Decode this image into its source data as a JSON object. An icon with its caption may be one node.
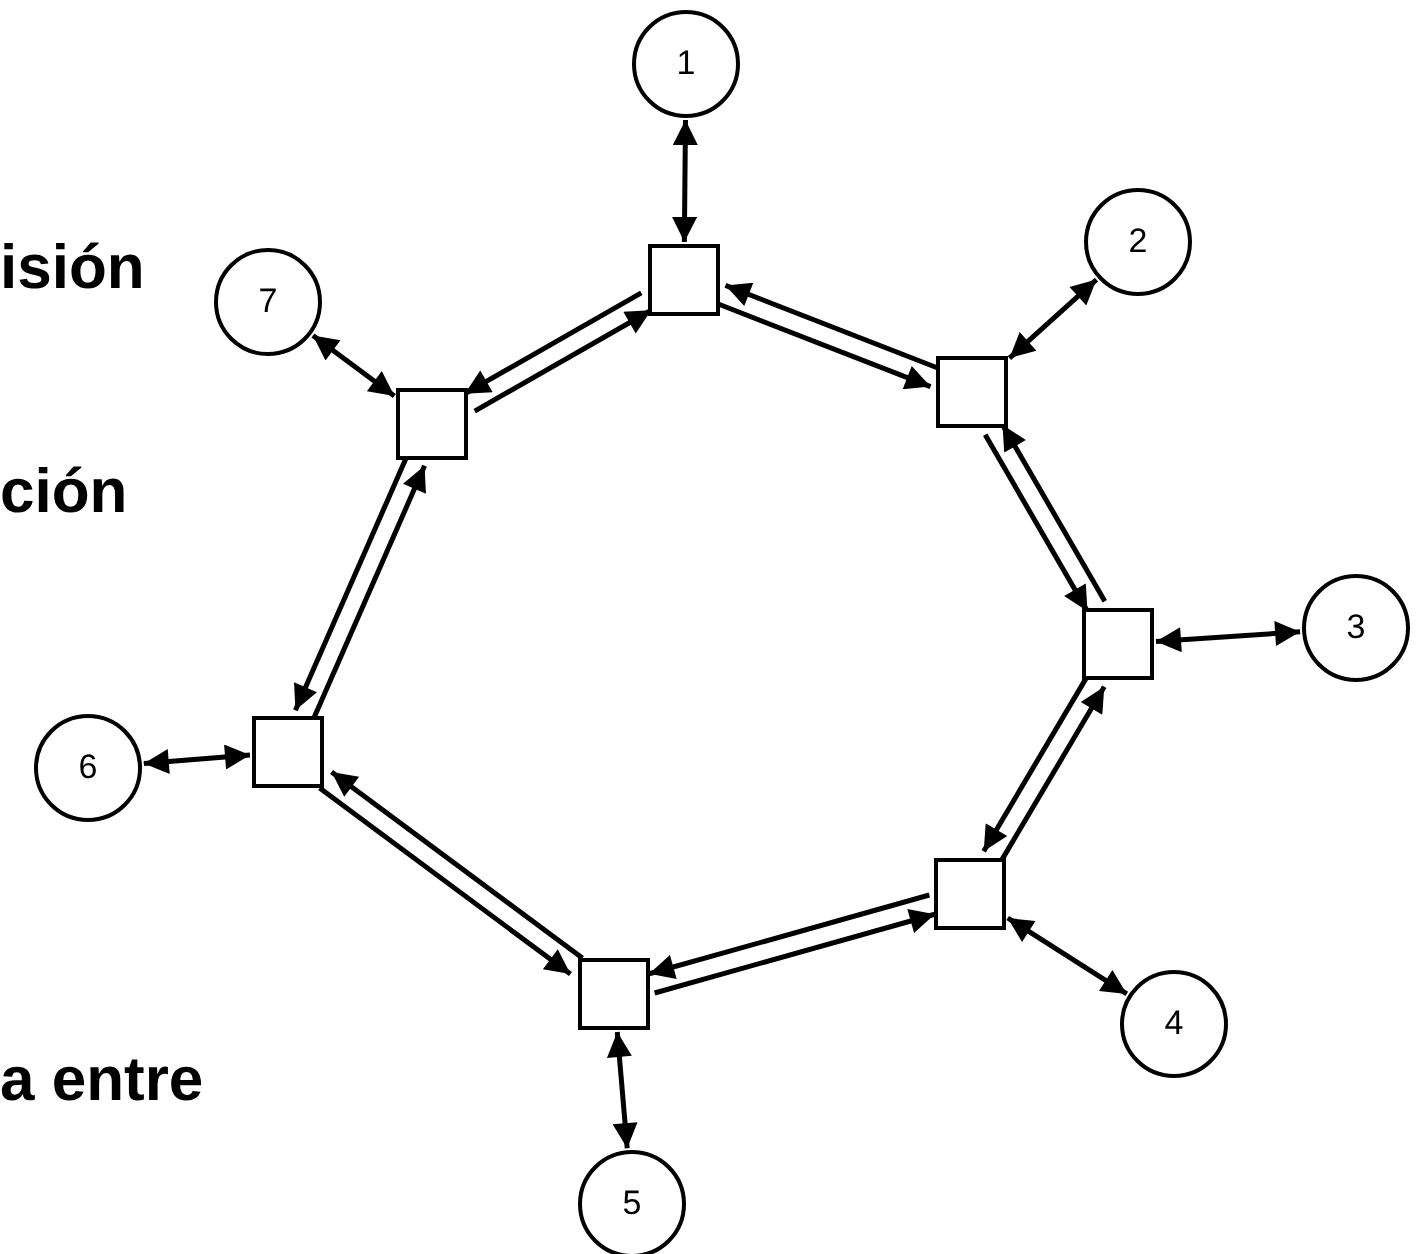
{
  "diagram": {
    "nodes": [
      {
        "text": [
          "1"
        ]
      },
      {
        "text": [
          "2"
        ]
      },
      {
        "text": [
          "3"
        ]
      },
      {
        "text": [
          "4"
        ]
      },
      {
        "text": [
          "5"
        ]
      },
      {
        "text": [
          "6"
        ]
      },
      {
        "text": [
          "7"
        ]
      },
      {
        "text": [],
        "shape": "box"
      },
      {
        "text": [],
        "shape": "box"
      },
      {
        "text": [],
        "shape": "box"
      },
      {
        "text": [],
        "shape": "box"
      },
      {
        "text": [],
        "shape": "box"
      },
      {
        "text": [],
        "shape": "box"
      },
      {
        "text": [],
        "shape": "box"
      }
    ],
    "edges": [
      {
        "from": 0,
        "to": 7,
        "arrow": "both"
      },
      {
        "from": 1,
        "to": 8,
        "arrow": "both"
      },
      {
        "from": 2,
        "to": 9,
        "arrow": "both"
      },
      {
        "from": 3,
        "to": 10,
        "arrow": "both"
      },
      {
        "from": 4,
        "to": 11,
        "arrow": "both"
      },
      {
        "from": 5,
        "to": 12,
        "arrow": "both"
      },
      {
        "from": 6,
        "to": 13,
        "arrow": "both"
      },
      {
        "from": 7,
        "to": 8,
        "arrow": "to"
      },
      {
        "from": 8,
        "to": 7,
        "arrow": "to"
      },
      {
        "from": 8,
        "to": 9,
        "arrow": "to"
      },
      {
        "from": 9,
        "to": 8,
        "arrow": "to"
      },
      {
        "from": 9,
        "to": 10,
        "arrow": "to"
      },
      {
        "from": 10,
        "to": 9,
        "arrow": "to"
      },
      {
        "from": 10,
        "to": 11,
        "arrow": "to"
      },
      {
        "from": 11,
        "to": 10,
        "arrow": "to"
      },
      {
        "from": 11,
        "to": 12,
        "arrow": "to"
      },
      {
        "from": 12,
        "to": 11,
        "arrow": "to"
      },
      {
        "from": 12,
        "to": 13,
        "arrow": "to"
      },
      {
        "from": 13,
        "to": 12,
        "arrow": "to"
      },
      {
        "from": 13,
        "to": 7,
        "arrow": "to"
      },
      {
        "from": 7,
        "to": 13,
        "arrow": "to"
      }
    ],
    "labels": [
      "isión",
      "ción",
      "a entre"
    ]
  }
}
